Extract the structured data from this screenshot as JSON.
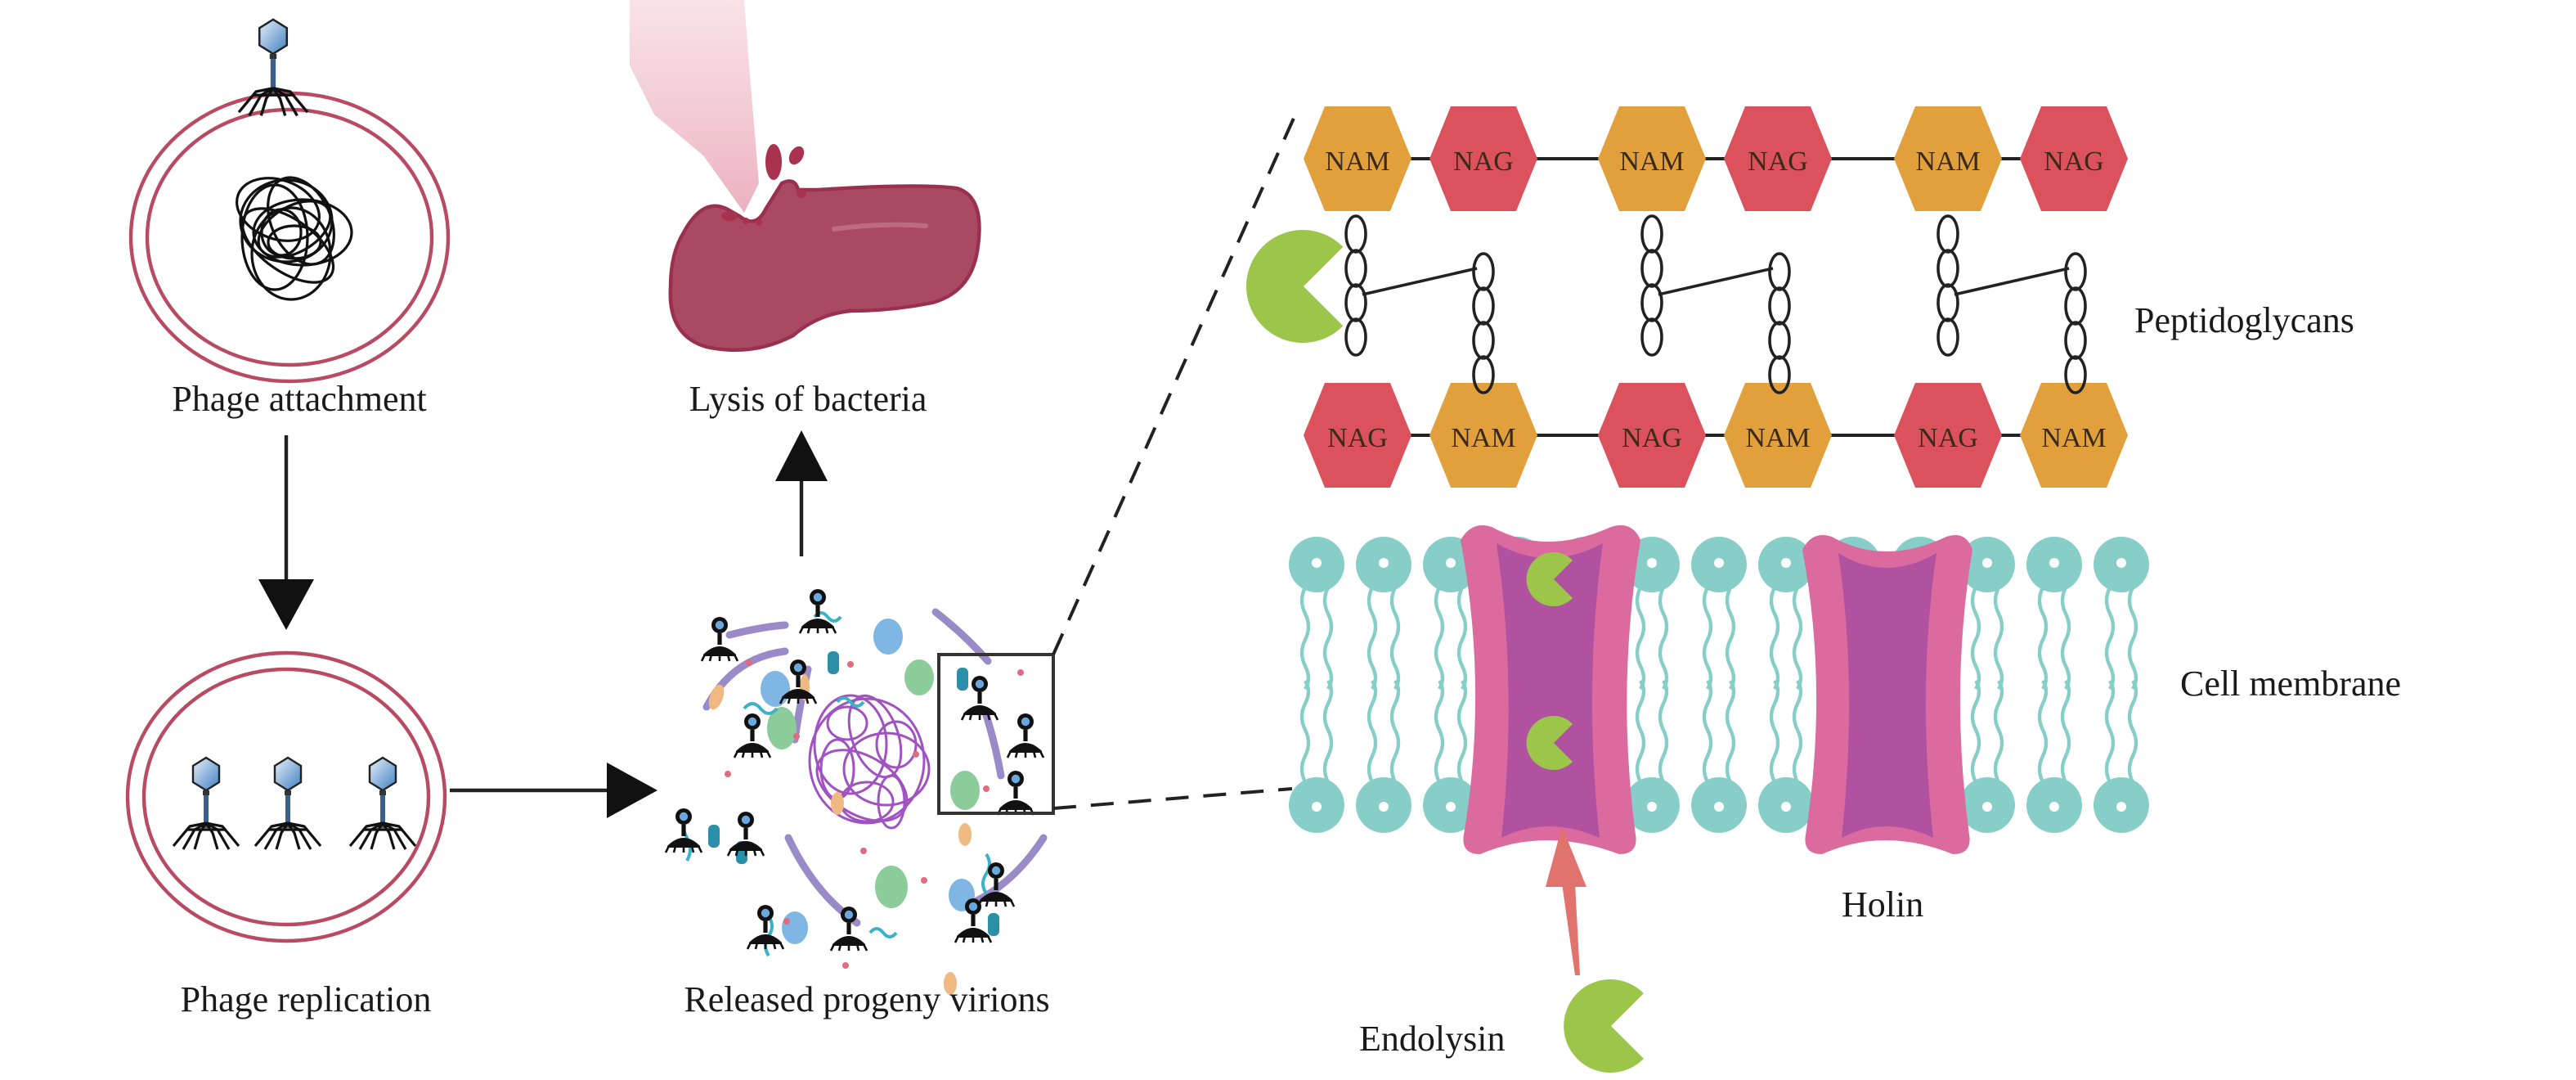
{
  "figure": {
    "title": "Phage lytic cycle and endolysin/holin mechanism",
    "labels": {
      "phage_attachment": "Phage attachment",
      "lysis_of_bacteria": "Lysis of bacteria",
      "phage_replication": "Phage replication",
      "released_progeny_virions": "Released progeny virions",
      "peptidoglycans": "Peptidoglycans",
      "cell_membrane": "Cell membrane",
      "holin": "Holin",
      "endolysin": "Endolysin"
    },
    "peptidoglycan": {
      "top_row": [
        "NAM",
        "NAG",
        "NAM",
        "NAG",
        "NAM",
        "NAG"
      ],
      "bottom_row": [
        "NAG",
        "NAM",
        "NAG",
        "NAM",
        "NAG",
        "NAM"
      ],
      "sugar_names": {
        "NAM": "NAM",
        "NAG": "NAG"
      }
    },
    "flow": [
      {
        "from": "Phage attachment",
        "to": "Phage replication",
        "direction": "down"
      },
      {
        "from": "Phage replication",
        "to": "Released progeny virions",
        "direction": "right"
      },
      {
        "from": "Released progeny virions",
        "to": "Lysis of bacteria",
        "direction": "up"
      }
    ],
    "colors": {
      "nam": "#E1A03C",
      "nag": "#DC525C",
      "cell_wall_ring": "#B84A62",
      "bacterium": "#A94A62",
      "membrane_lipid": "#88CEC8",
      "holin_outer": "#DB6A9E",
      "holin_inner": "#B052A0",
      "endolysin": "#9BC64A",
      "endolysin_arrow": "#E0736E",
      "dna_progeny": "#9B4FB8",
      "phage_head": "#5B94CC"
    }
  }
}
